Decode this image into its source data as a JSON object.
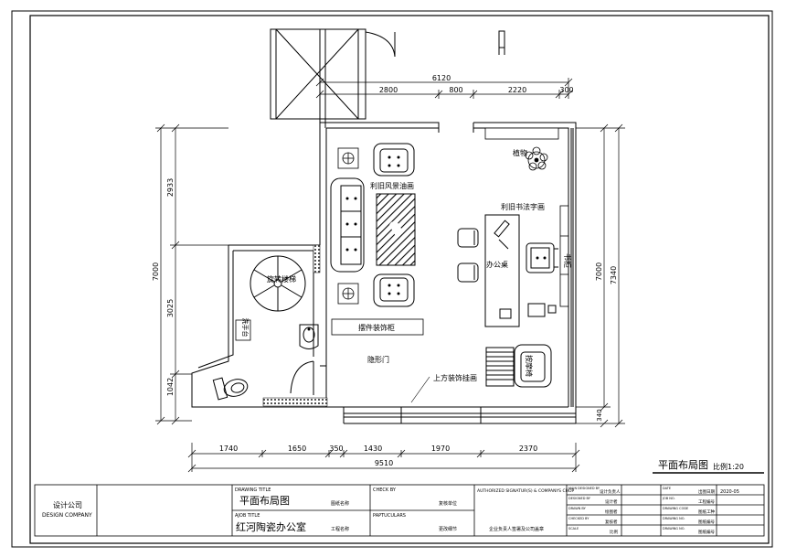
{
  "dimensions": {
    "top_total": "6120",
    "top_segments": [
      "2800",
      "800",
      "2220",
      "300"
    ],
    "bottom_total": "9510",
    "bottom_segments": [
      "1740",
      "1650",
      "350",
      "1430",
      "1970",
      "2370"
    ],
    "left_total": "7000",
    "left_segments": [
      "2933",
      "3025",
      "1042"
    ],
    "right_total": "7000",
    "right_outer": "7340",
    "right_small": "340"
  },
  "labels": {
    "plant": "植物",
    "old_landscape_painting": "利旧风景油画",
    "carpet": "地毯",
    "old_calligraphy": "利旧书法字画",
    "desk": "办公桌",
    "bookcase": "书柜",
    "spiral_stair": "旋转楼梯",
    "display_cabinet": "摆件装饰柜",
    "hidden_door": "隐形门",
    "wall_painting": "上方装饰挂画",
    "massage_chair": "按摩椅",
    "washbasin": "洗手台"
  },
  "sheet": {
    "title": "平面布局图",
    "scale": "比例1:20"
  },
  "title_block": {
    "company_cn": "设计公司",
    "company_en": "DESIGN COMPANY",
    "drawing_title_en": "DRAWING TITLE",
    "drawing_title": "平面布局图",
    "drawing_name_label": "图纸名称",
    "job_title_en": "AJOB TITLE",
    "job_title": "红河陶瓷办公室",
    "job_name_label": "工程名称",
    "check_by_en": "CHECK BY",
    "check_unit": "复核单位",
    "particulars_en": "PAPTUCULARS",
    "changes_label": "更改细节",
    "authorized_en": "AUTHORIZED SIGNATUR(S) & COMPANYS CHOP",
    "authorized_cn": "企业负责人签署及公司盖章",
    "roles": [
      {
        "en": "MAIN DESIGNED BY",
        "cn": "设计负责人"
      },
      {
        "en": "DESIGNED BY",
        "cn": "设计者"
      },
      {
        "en": "DRAWN BY",
        "cn": "绘图者"
      },
      {
        "en": "CHECKED BY",
        "cn": "复核者"
      },
      {
        "en": "SCALE",
        "cn": "比例"
      }
    ],
    "meta": [
      {
        "en": "DATE",
        "cn": "出图日期",
        "value": "2020-05"
      },
      {
        "en": "JOB NO.",
        "cn": "工程编号",
        "value": ""
      },
      {
        "en": "DRAWING CODE",
        "cn": "图纸工种",
        "value": ""
      },
      {
        "en": "DRAWING NO.",
        "cn": "图纸编号",
        "value": ""
      },
      {
        "en": "DRAWING NO.",
        "cn": "图纸编号",
        "value": ""
      }
    ]
  }
}
